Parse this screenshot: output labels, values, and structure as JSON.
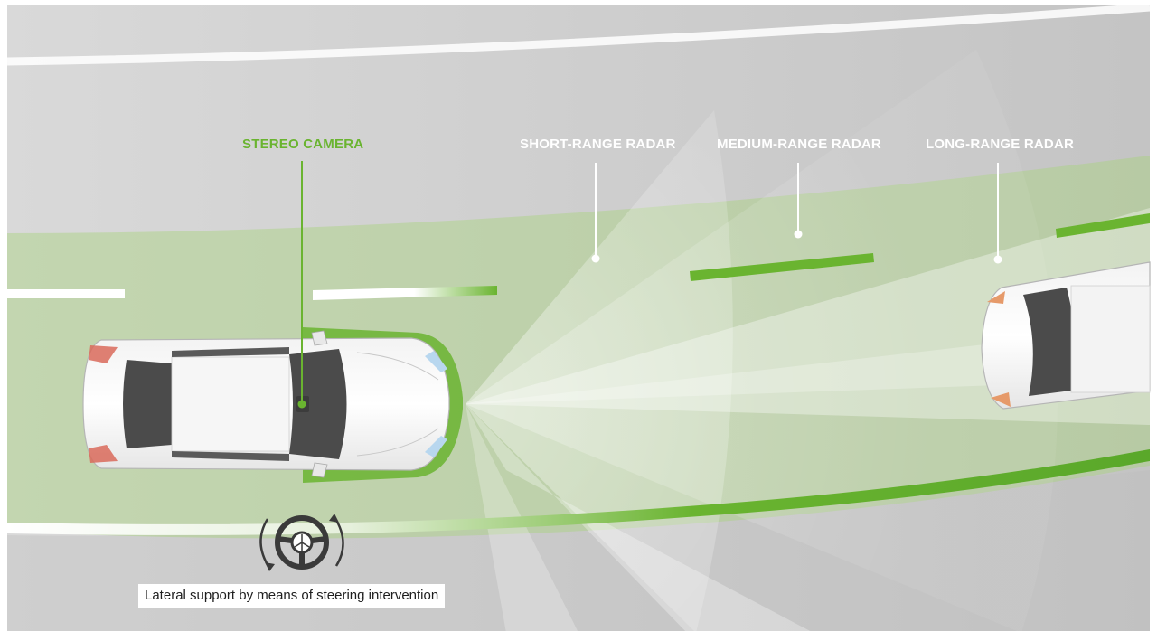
{
  "labels": {
    "stereo_camera": "STEREO CAMERA",
    "short_range_radar": "SHORT-RANGE RADAR",
    "medium_range_radar": "MEDIUM-RANGE RADAR",
    "long_range_radar": "LONG-RANGE RADAR"
  },
  "caption": "Lateral support by means of steering intervention",
  "colors": {
    "accent_green": "#6ab430",
    "road_gray": "#d2d2d2",
    "label_white": "#ffffff"
  },
  "icons": [
    "steering-wheel-icon",
    "rotate-arrows-icon",
    "car-icon"
  ]
}
